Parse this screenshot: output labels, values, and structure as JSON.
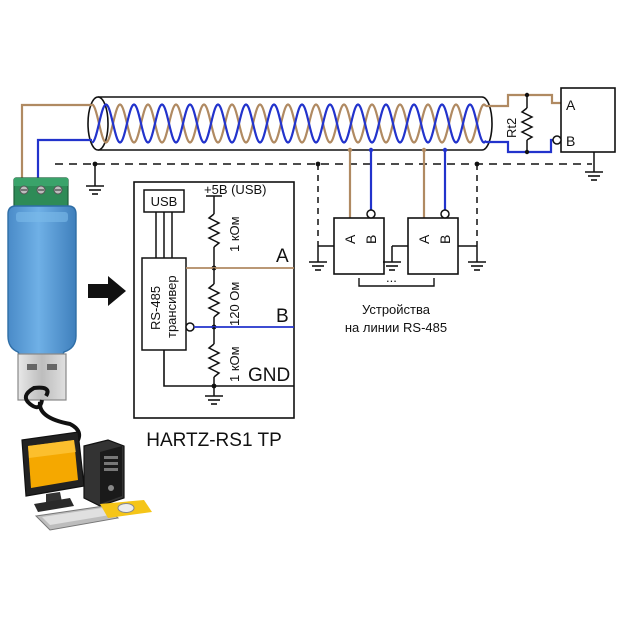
{
  "converter": {
    "title": "HARTZ-RS1 TP",
    "usb_block": "USB",
    "transceiver_line1": "RS-485",
    "transceiver_line2": "трансивер",
    "supply": "+5В (USB)",
    "pullup_resistor": "1 кОм",
    "termination_resistor": "120 Ом",
    "pulldown_resistor": "1 кОм",
    "pin_a": "A",
    "pin_b": "B",
    "pin_gnd": "GND"
  },
  "devices": {
    "pin_a": "A",
    "pin_b": "B",
    "ellipsis": "...",
    "caption_line1": "Устройства",
    "caption_line2": "на линии RS-485"
  },
  "end_device": {
    "pin_a": "A",
    "pin_b": "B",
    "resistor": "Rt2"
  },
  "colors": {
    "wire_a": "#b08a62",
    "wire_b": "#2233cc",
    "adapter_body": "#5b9bd5",
    "terminal_block": "#2e8b57",
    "monitor_screen": "#f5a800"
  }
}
